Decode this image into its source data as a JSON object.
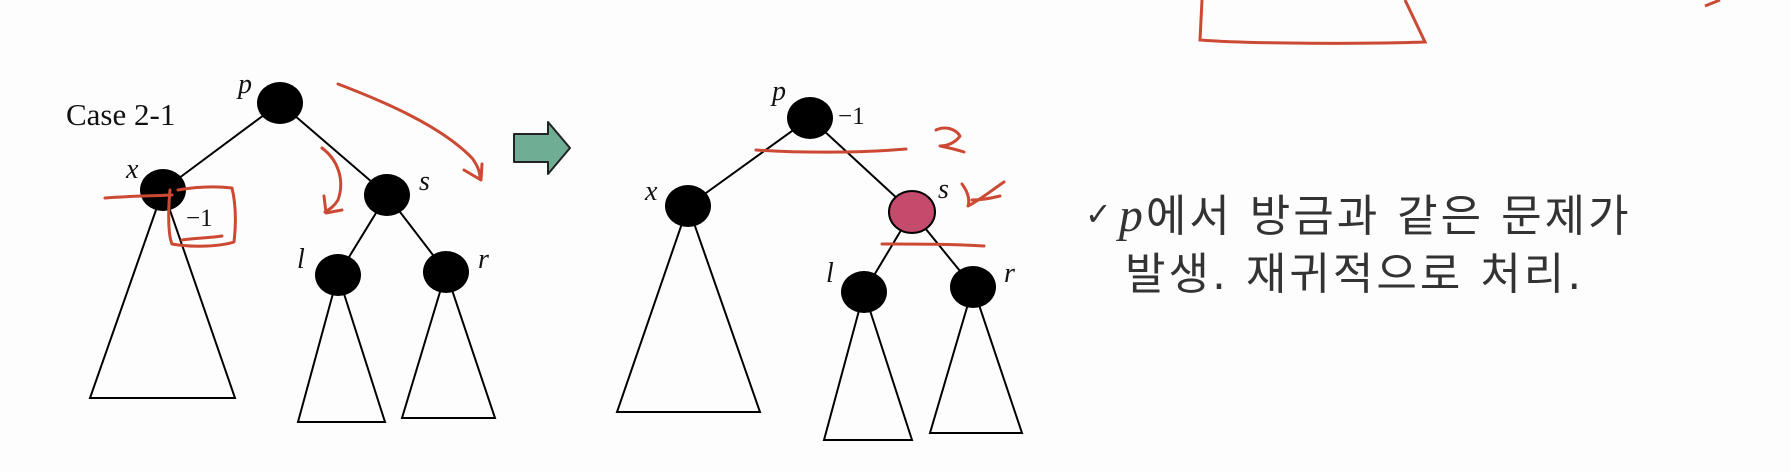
{
  "case_label": "Case 2-1",
  "left_tree": {
    "node_p": "p",
    "node_x": "x",
    "node_s": "s",
    "node_l": "l",
    "node_r": "r",
    "x_annotation": "−1"
  },
  "right_tree": {
    "node_p": "p",
    "p_annotation": "−1",
    "node_x": "x",
    "node_s": "s",
    "node_l": "l",
    "node_r": "r"
  },
  "note": {
    "check": "✓",
    "var": "p",
    "line1_rest": "에서 방금과 같은 문제가",
    "line2": "발생. 재귀적으로 처리."
  },
  "colors": {
    "node_black": "#000000",
    "node_red": "#c44b6c",
    "arrow_fill": "#6fae94",
    "pen_red": "#cc4a34"
  }
}
